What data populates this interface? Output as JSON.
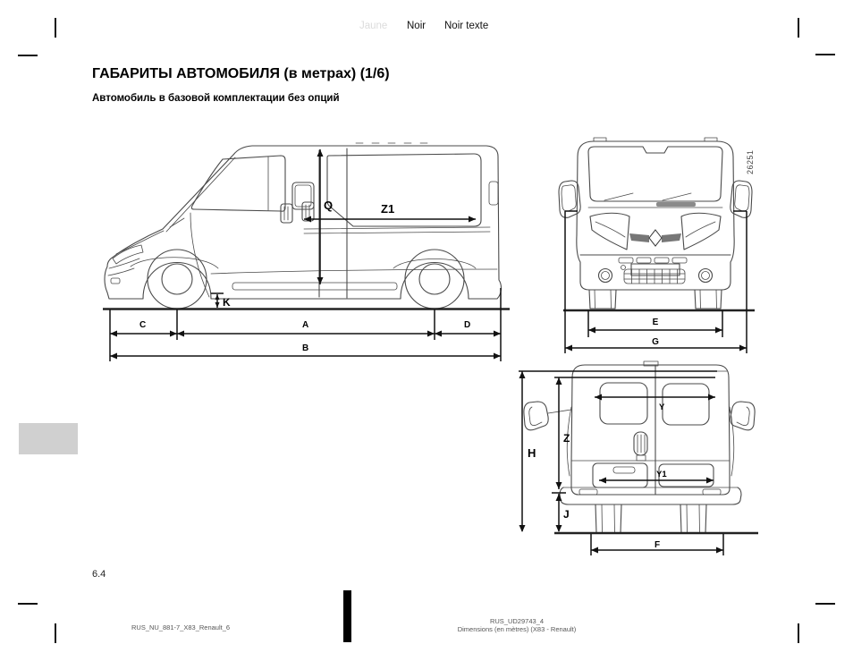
{
  "header": {
    "jaune": "Jaune",
    "noir": "Noir",
    "noir_texte": "Noir texte"
  },
  "title": "ГАБАРИТЫ АВТОМОБИЛЯ (в метрах) (1/6)",
  "subtitle": "Автомобиль в базовой комплектации без опций",
  "figure_number": "26251",
  "side_view": {
    "labels": {
      "q": "Q",
      "z1": "Z1",
      "k": "K",
      "c": "C",
      "a": "A",
      "d": "D",
      "b": "B"
    }
  },
  "front_view": {
    "labels": {
      "e": "E",
      "g": "G"
    }
  },
  "rear_view": {
    "labels": {
      "h": "H",
      "z": "Z",
      "y": "Y",
      "y1": "Y1",
      "j": "J",
      "f": "F"
    }
  },
  "page_number": "6.4",
  "footer": {
    "doc_ref": "RUS_NU_881-7_X83_Renault_6",
    "print_ref": "RUS_UD29743_4",
    "print_desc": "Dimensions (en mètres) (X83 - Renault)"
  },
  "colors": {
    "ink": "#111111",
    "art_gray": "#4a4a4a",
    "jaune_gray": "#dcdcdc",
    "block_gray": "#d0d0d0"
  }
}
